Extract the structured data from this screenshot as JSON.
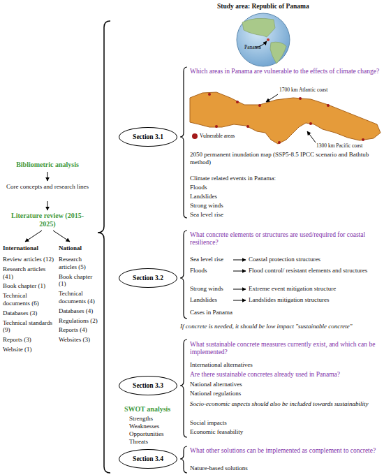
{
  "diagram": {
    "title": "Study area: Republic of Panama",
    "nodes": [
      {
        "text": [
          "Section 3.1"
        ]
      },
      {
        "text": [
          "Section 3.2"
        ]
      },
      {
        "text": [
          "Section 3.3"
        ]
      },
      {
        "text": [
          "Section 3.4"
        ]
      }
    ],
    "labels": [
      "Panama",
      "Which areas in Panama are vulnerable to the effects of climate change?",
      "1700 km Atlantic coast",
      "1300 km Pacific coast",
      "2050 permanent inundation map (SSP5-8.5 IPCC scenario and Bathtub method)",
      "Climate related events in Panama:",
      "Floods",
      "Landslides",
      "Strong winds",
      "Sea level rise",
      "Bibliometric analysis",
      "Core concepts and research lines",
      "Literature review (2015-2025)",
      "International",
      "National",
      "Review articles (12)",
      "Research articles (41)",
      "Book chapter (1)",
      "Technical documents (6)",
      "Databases (3)",
      "Technical standards (9)",
      "Reports (3)",
      "Website (1)",
      "Research articles (5)",
      "Book chapter (1)",
      "Technical documents (4)",
      "Databases (4)",
      "Regulations (2)",
      "Reports (4)",
      "Websites (3)",
      "What concrete elements or structures are used/required for coastal resilience?",
      "Sea level rise",
      "Coastal protection structures",
      "Floods",
      "Flood control/ resistant elements and structures",
      "Strong winds",
      "Extreme event mitigation structure",
      "Landslides",
      "Landslides mitigation structures",
      "Cases in Panama",
      "If concrete is needed, it should be low impact \"sustainable concrete\"",
      "What sustainable concrete measures currently exist, and which can be implemented?",
      "International alternatives",
      "Are there sustainable concretes already used in Panama?",
      "National alternatives",
      "National regulations",
      "Socio-economic aspects should also be included towards sustainability",
      "Social impacts",
      "Economic feasability",
      "SWOT analysis",
      "Strengths",
      "Weaknesses",
      "Opportunities",
      "Threats",
      "What other solutions can be implemented as complement to concrete?",
      "Nature-based solutions"
    ],
    "legend": [
      {
        "text": "Vulnerable areas",
        "color": "#a31919"
      }
    ]
  }
}
